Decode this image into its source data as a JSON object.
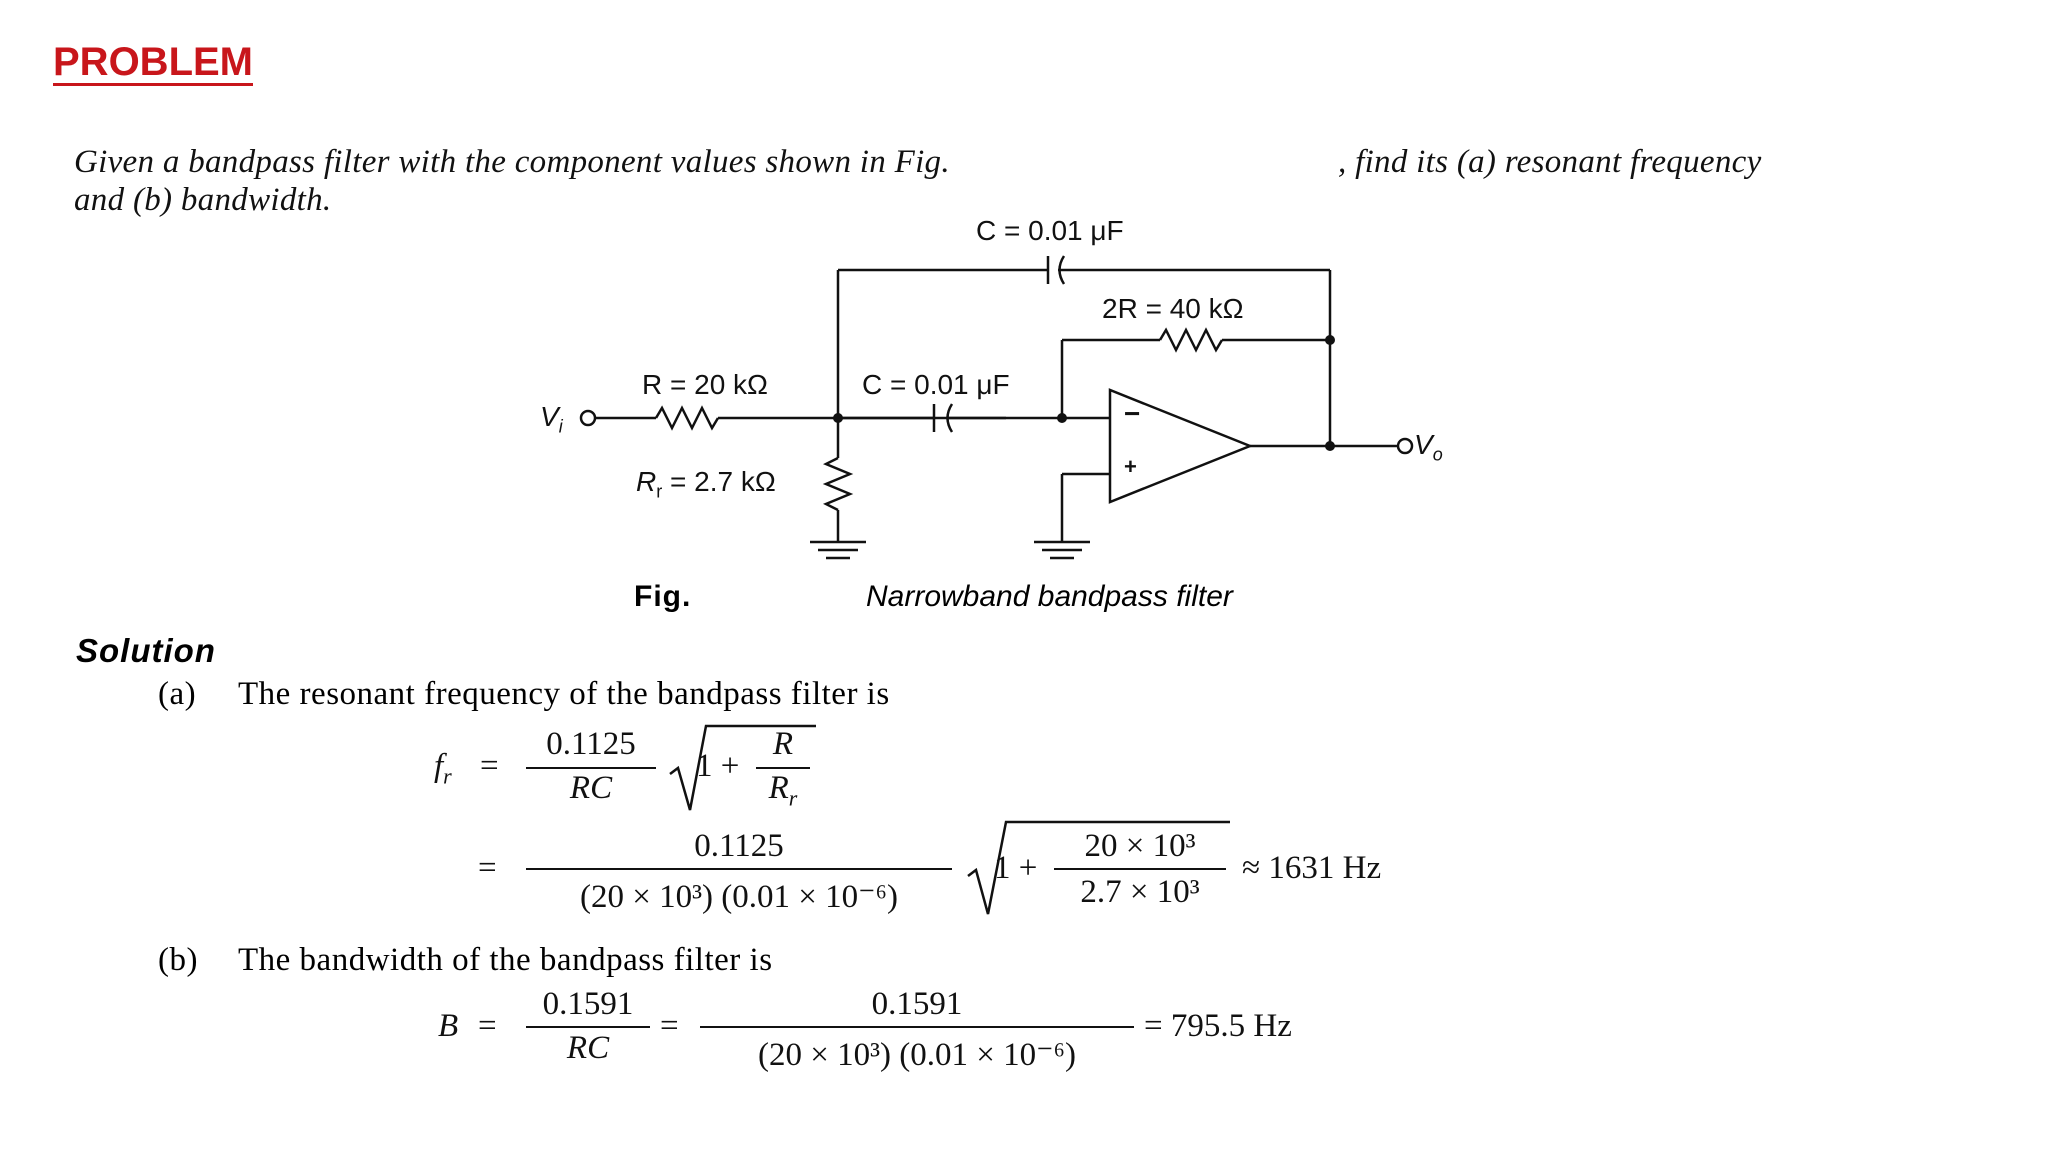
{
  "slide": {
    "title": "PROBLEM",
    "problem_line1_a": "Given a bandpass filter with the component values shown in Fig.",
    "problem_line1_b": ", find its (a) resonant frequency",
    "problem_line2": "and (b) bandwidth."
  },
  "circuit": {
    "c_top_label": "C = 0.01 μF",
    "r2_label": "2R = 40 kΩ",
    "r_label": "R = 20 kΩ",
    "c_mid_label": "C = 0.01 μF",
    "rr_label": "R",
    "rr_sub": "r",
    "rr_value": " = 2.7 kΩ",
    "vi_label": "V",
    "vi_sub": "i",
    "vo_label": "V",
    "vo_sub": "o",
    "minus_sign": "−",
    "plus_sign": "+"
  },
  "figure": {
    "label": "Fig.",
    "caption": "Narrowband bandpass filter"
  },
  "solution": {
    "heading": "Solution",
    "part_a_marker": "(a)",
    "part_a_text": "The resonant frequency of the bandpass filter is",
    "part_b_marker": "(b)",
    "part_b_text": "The bandwidth of the bandpass filter is"
  },
  "eq_a": {
    "lhs": "f",
    "lhs_sub": "r",
    "equals": "=",
    "num": "0.1125",
    "den": "RC",
    "one_plus": "1 +",
    "sqrt_num": "R",
    "sqrt_den": "R",
    "sqrt_den_sub": "r",
    "line2_equals": "=",
    "line2_num": "0.1125",
    "line2_den": "(20 × 10³) (0.01 × 10⁻⁶)",
    "line2_one_plus": "1 +",
    "line2_sqrt_num": "20 × 10³",
    "line2_sqrt_den": "2.7 × 10³",
    "result": "≈ 1631 Hz"
  },
  "eq_b": {
    "lhs": "B",
    "equals": "=",
    "num1": "0.1591",
    "den1": "RC",
    "equals2": "=",
    "num2": "0.1591",
    "den2": "(20 × 10³) (0.01 × 10⁻⁶)",
    "result": "= 795.5 Hz"
  }
}
